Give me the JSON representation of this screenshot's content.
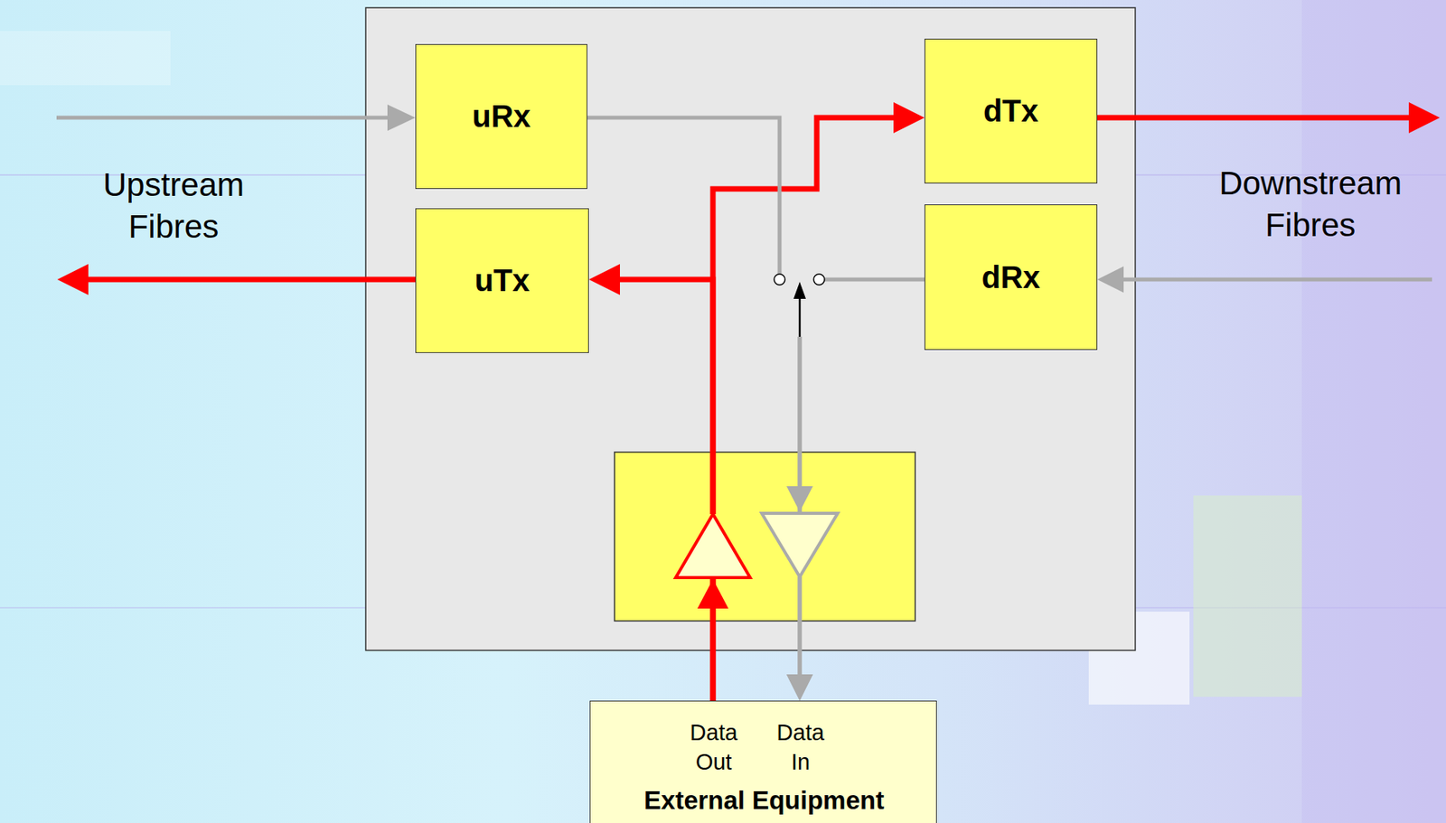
{
  "diagram": {
    "nodes": [
      {
        "text": [
          "uRx"
        ]
      },
      {
        "text": [
          "uTx"
        ]
      },
      {
        "text": [
          "dTx"
        ]
      },
      {
        "text": [
          "dRx"
        ]
      },
      {
        "text": [
          "Data Out",
          "Data In",
          "External Equipment"
        ]
      }
    ],
    "edges": [
      {
        "from": 4,
        "to": 1,
        "arrow": "to"
      },
      {
        "from": 4,
        "to": 2,
        "arrow": "to"
      },
      {
        "from": 0,
        "to": 4,
        "arrow": "to"
      },
      {
        "from": 3,
        "to": 4,
        "arrow": "to"
      }
    ],
    "labels": [
      "Upstream Fibres",
      "Downstream Fibres"
    ]
  }
}
